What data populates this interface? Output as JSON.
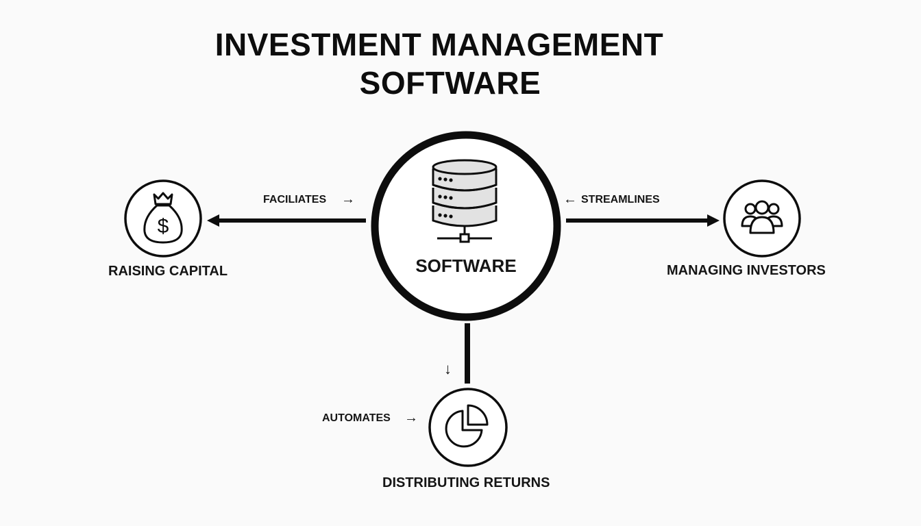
{
  "title": {
    "line1": "INVESTMENT MANAGEMENT",
    "line2": "SOFTWARE"
  },
  "center": {
    "label": "SOFTWARE",
    "icon": "database-server-icon"
  },
  "nodes": {
    "left": {
      "label": "RAISING CAPITAL",
      "icon": "money-bag-icon"
    },
    "right": {
      "label": "MANAGING INVESTORS",
      "icon": "users-group-icon"
    },
    "bottom": {
      "label": "DISTRIBUTING RETURNS",
      "icon": "pie-chart-icon"
    }
  },
  "connectors": {
    "left": {
      "verb": "FACILIATES",
      "arrow": "→"
    },
    "right": {
      "verb": "STREAMLINES",
      "arrow": "←"
    },
    "bottom": {
      "verb": "AUTOMATES",
      "arrow": "→",
      "down_arrow": "↓"
    }
  },
  "colors": {
    "ink": "#0d0d0d",
    "background": "#fafafa",
    "icon_fill": "#e2e2e2"
  }
}
